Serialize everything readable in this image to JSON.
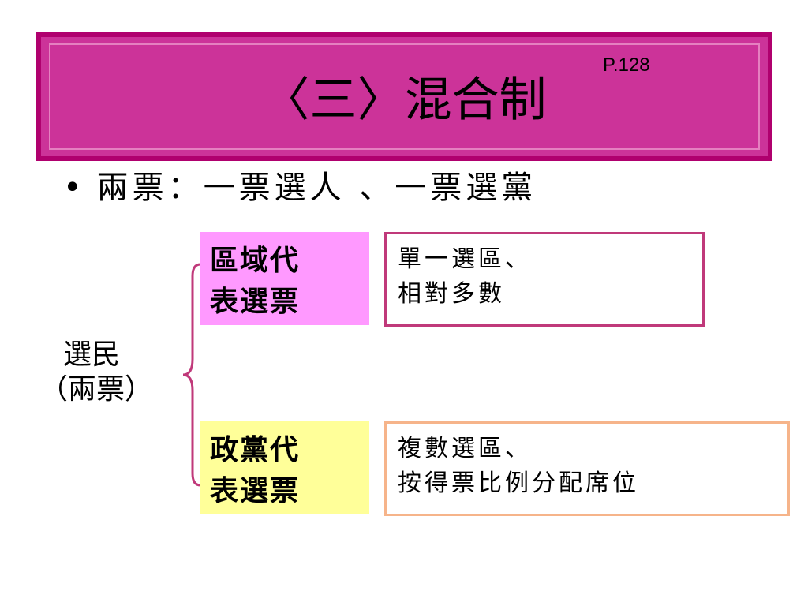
{
  "header": {
    "page_ref": "P.128",
    "title": "〈三〉混合制"
  },
  "bullet": {
    "dot": "•",
    "text": "兩票：一票選人 、一票選黨"
  },
  "voter": {
    "line1": "選民",
    "line2": "（兩票）"
  },
  "district_ballot": {
    "line1": "區域代",
    "line2": "表選票",
    "color": "#ff99ff"
  },
  "district_desc": {
    "line1": "單一選區、",
    "line2": "相對多數",
    "border_color": "#c0397a"
  },
  "party_ballot": {
    "line1": "政黨代",
    "line2": "表選票",
    "color": "#ffff99"
  },
  "party_desc": {
    "line1": "複數選區、",
    "line2": "按得票比例分配席位",
    "border_color": "#f6b48a"
  },
  "colors": {
    "banner_fill": "#cc3399",
    "banner_border": "#b0006e",
    "brace": "#c0397a"
  }
}
